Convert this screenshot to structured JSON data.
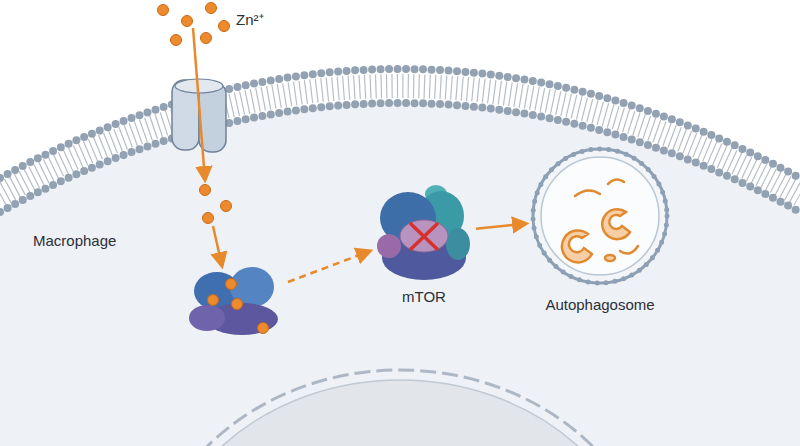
{
  "diagram": {
    "nodes": [
      {
        "text": [
          "Macrophage"
        ]
      },
      {
        "text": [
          "mTOR"
        ],
        "in": 0
      },
      {
        "text": [
          "Autophagosome"
        ],
        "in": 0
      }
    ],
    "edges": [
      {
        "from": 1,
        "to": 2,
        "arrow": "to"
      }
    ],
    "labels": [
      "Zn²⁺"
    ]
  }
}
